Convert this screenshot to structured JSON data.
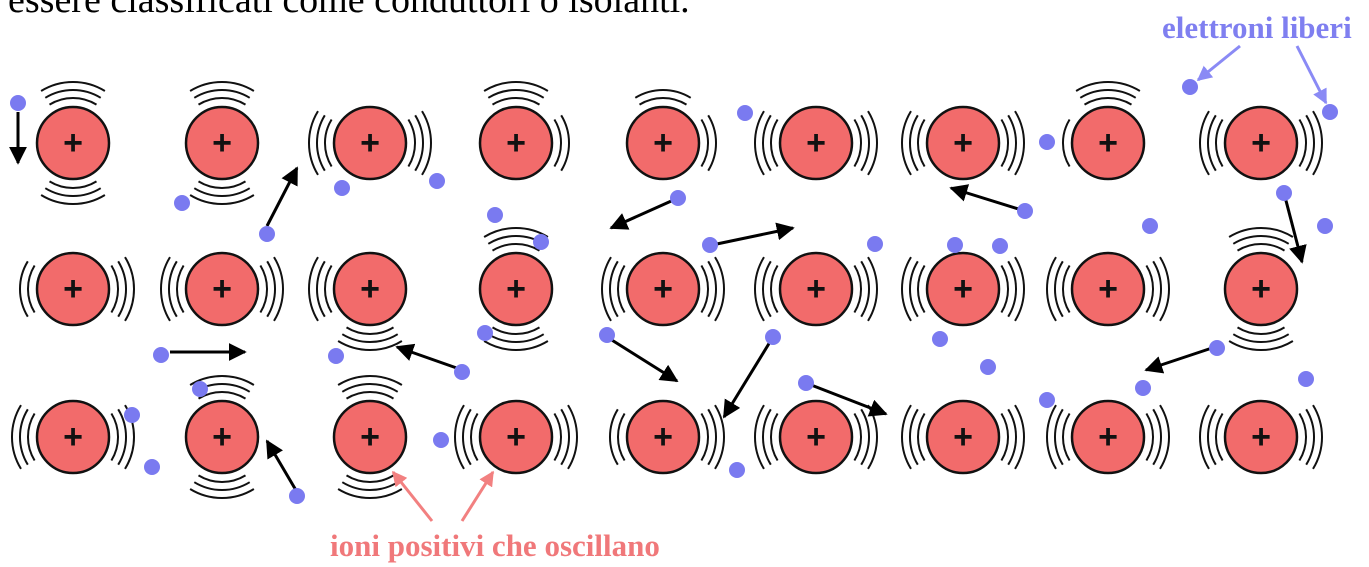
{
  "heading_partial": "essere classificati come conduttori o isolanti.",
  "labels": {
    "free_electrons": "elettroni liberi",
    "oscillating_ions": "ioni positivi che oscillano"
  },
  "ion_symbol": "+",
  "lattice": {
    "rows": 3,
    "columns": 9
  },
  "colors": {
    "ion_fill": "#f26b6b",
    "ion_stroke": "#111111",
    "electron": "#7a7af0",
    "free_electrons_label": "#7f7ff0",
    "ions_label": "#f0787a",
    "pointer_blue": "#8a8af5",
    "pointer_red": "#f28080",
    "motion_arrow": "#000000"
  }
}
